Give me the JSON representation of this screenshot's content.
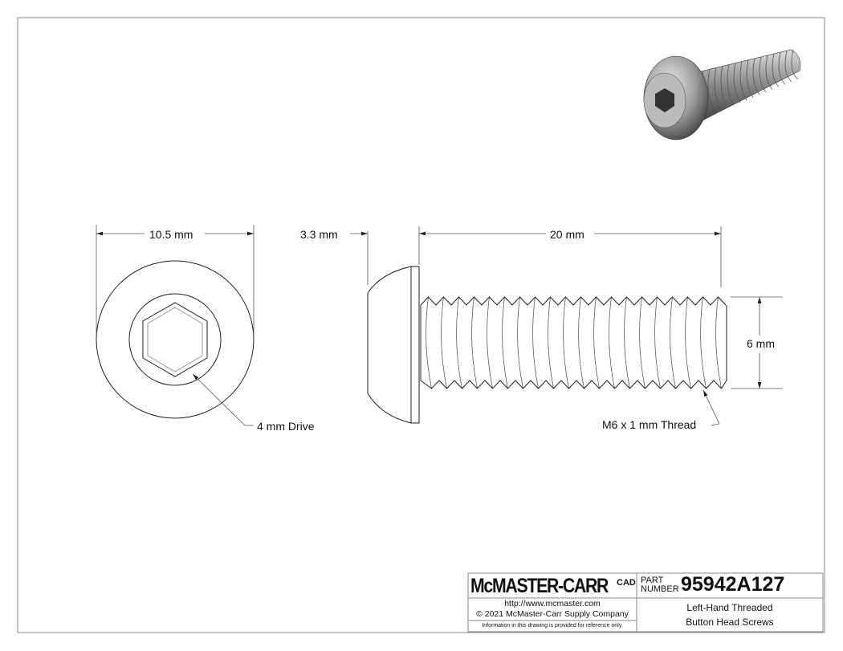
{
  "dimensions": {
    "head_diameter": "10.5 mm",
    "head_height": "3.3 mm",
    "length": "20 mm",
    "thread_diameter": "6 mm",
    "drive_callout": "4 mm Drive",
    "thread_callout": "M6 x 1 mm Thread"
  },
  "title_block": {
    "brand": "McMASTER-CARR",
    "brand_mark": "CAD",
    "part_label_line1": "PART",
    "part_label_line2": "NUMBER",
    "part_number": "95942A127",
    "url": "http://www.mcmaster.com",
    "copyright": "© 2021 McMaster-Carr Supply Company",
    "disclaimer": "Information in this drawing is provided for reference only.",
    "description_line1": "Left-Hand Threaded",
    "description_line2": "Button Head Screws"
  },
  "colors": {
    "line": "#222222",
    "dim_line": "#555555",
    "border": "#777777"
  }
}
